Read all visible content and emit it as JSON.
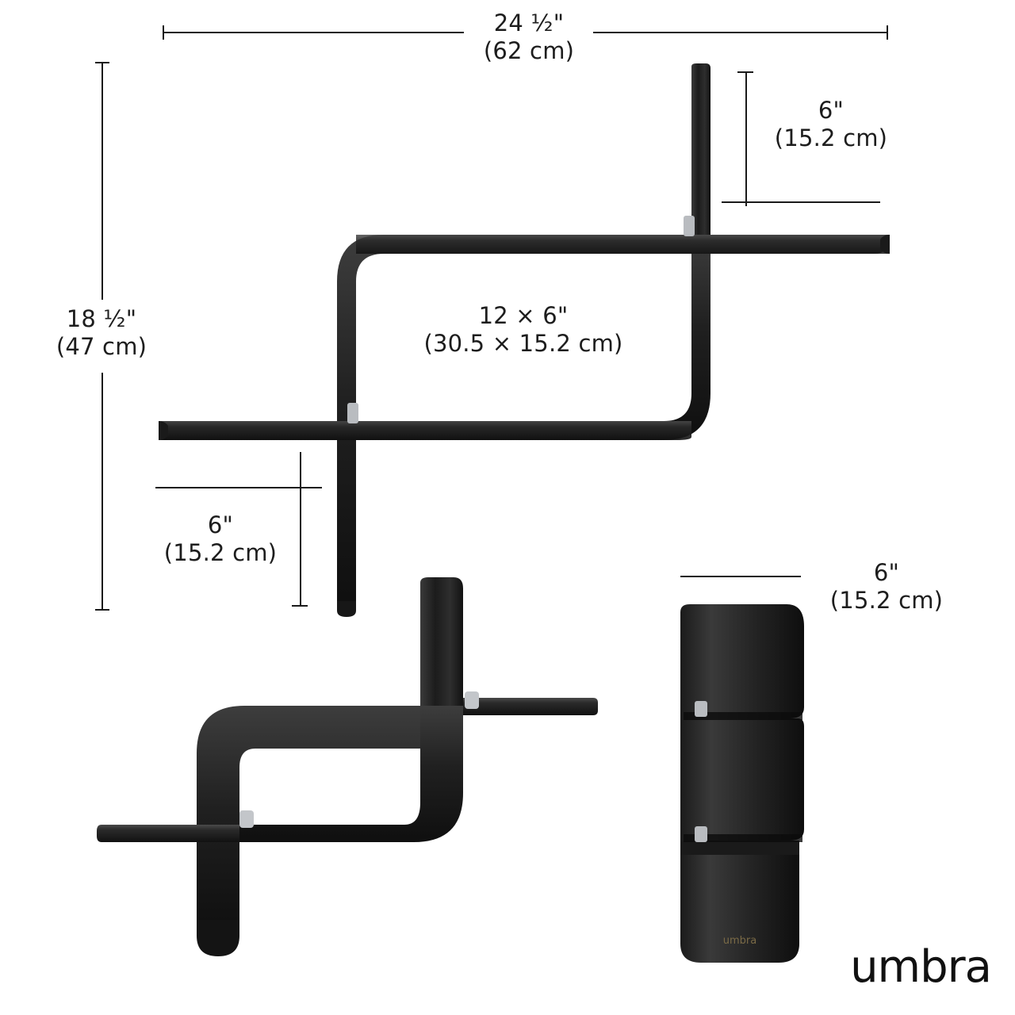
{
  "product": {
    "brand": "umbra",
    "description": "Wall shelf dimension diagram — front view, side view and end view of a black curved wooden shelf"
  },
  "dimensions": {
    "overall_width": "24 ½\"\n(62 cm)",
    "overall_height": "18 ½\"\n(47 cm)",
    "top_shelf_depth": "6\"\n(15.2 cm)",
    "bottom_shelf_depth": "6\"\n(15.2 cm)",
    "inner_opening": "12 × 6\"\n(30.5 × 15.2 cm)",
    "end_view_width": "6\"\n(15.2 cm)"
  },
  "views": {
    "front": "front-view",
    "side": "side-view",
    "end": "end-view"
  },
  "colors": {
    "line": "#1a1a1a",
    "text": "#1d1d1d",
    "product_dark": "#2a2a2a",
    "product_darker": "#141414",
    "background": "#ffffff"
  }
}
